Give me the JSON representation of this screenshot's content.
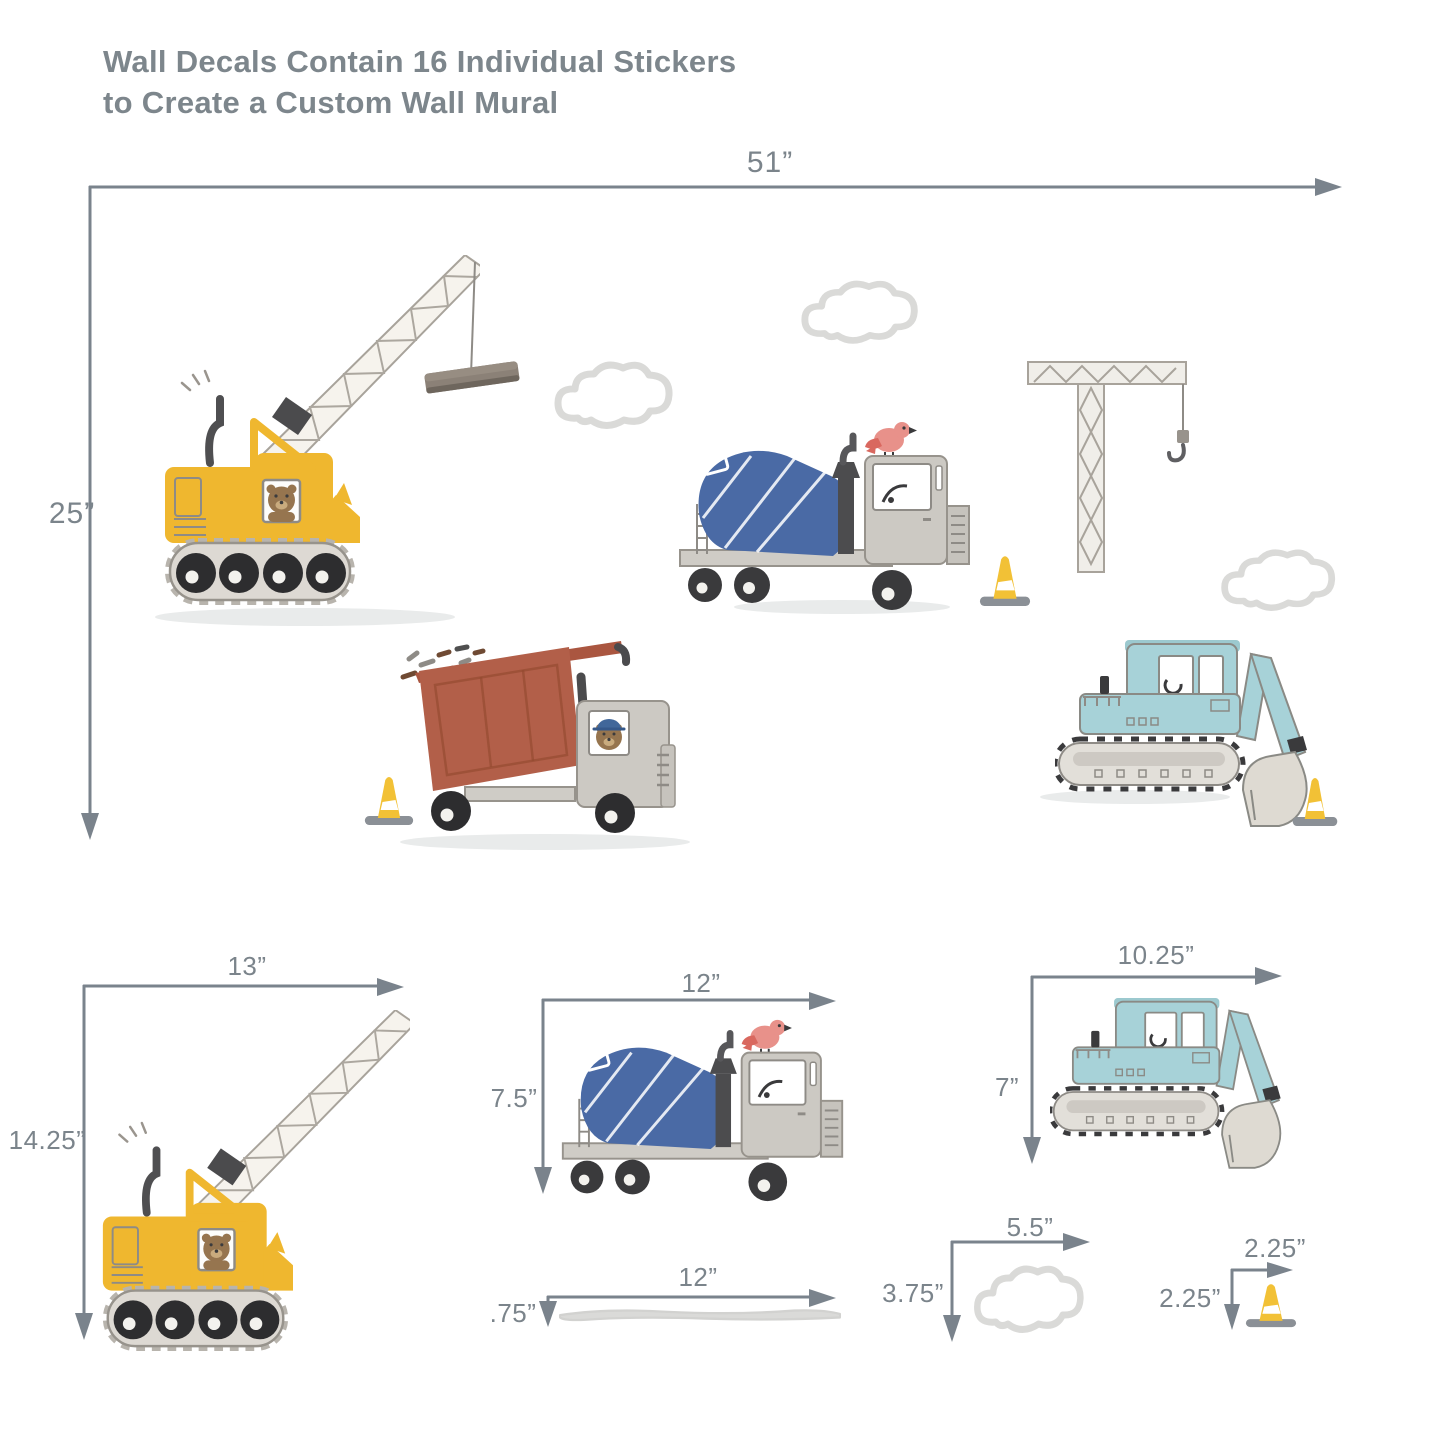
{
  "title": {
    "line1": "Wall Decals Contain 16 Individual Stickers",
    "line2": "to Create a Custom Wall Mural"
  },
  "mural": {
    "width_label": "51”",
    "height_label": "25”"
  },
  "size_callouts": {
    "crane": {
      "name": "crawler-crane",
      "width": "13”",
      "height": "14.25”"
    },
    "cement_mixer": {
      "name": "cement-mixer-truck",
      "width": "12”",
      "height": "7.5”"
    },
    "excavator": {
      "name": "excavator",
      "width": "10.25”",
      "height": "7”"
    },
    "road": {
      "name": "road-strip",
      "width": "12”",
      "height": ".75”"
    },
    "cloud": {
      "name": "cloud",
      "width": "5.5”",
      "height": "3.75”"
    },
    "traffic_cone": {
      "name": "traffic-cone",
      "width": "2.25”",
      "height": "2.25”"
    }
  },
  "colors": {
    "label_gray": "#7b848b",
    "arrow_gray": "#7a838c",
    "crane_yellow": "#efb72f",
    "mixer_drum_blue": "#4a6aa5",
    "dump_bed_rust": "#b25f49",
    "excavator_blue": "#a7d2d8",
    "cone_yellow": "#f2c136",
    "cloud_gray": "#dadad8",
    "cab_gray": "#ccc9c3"
  }
}
